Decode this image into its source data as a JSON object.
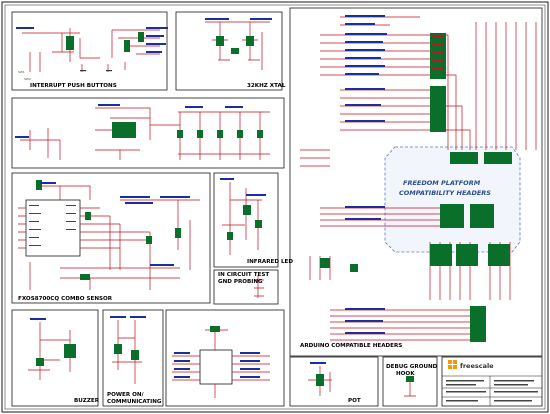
{
  "blocks": {
    "interrupt_push_buttons": "INTERRUPT PUSH BUTTONS",
    "xtal": "32KHZ XTAL",
    "combo_sensor": "FXOS8700CQ COMBO SENSOR",
    "infrared_led": "INFRARED LED",
    "in_circuit_test": "IN CIRCUIT TEST",
    "gnd_probing": "GND PROBING",
    "freedom_line1": "FREEDOM PLATFORM",
    "freedom_line2": "COMPATIBILITY HEADERS",
    "arduino_headers": "ARDUINO COMPATIBLE HEADERS",
    "buzzer": "BUZZER",
    "power_on_line1": "POWER ON/",
    "power_on_line2": "COMMUNICATING",
    "pot": "POT",
    "debug_ground_line1": "DEBUG GROUND",
    "debug_ground_line2": "HOOK",
    "logo": "freescale"
  },
  "colors": {
    "wire": "#c0121f",
    "net": "#1a2f9e",
    "component": "#0a6f2a",
    "frame": "#1a1a1a",
    "freedom_box": "#5d77c0"
  }
}
